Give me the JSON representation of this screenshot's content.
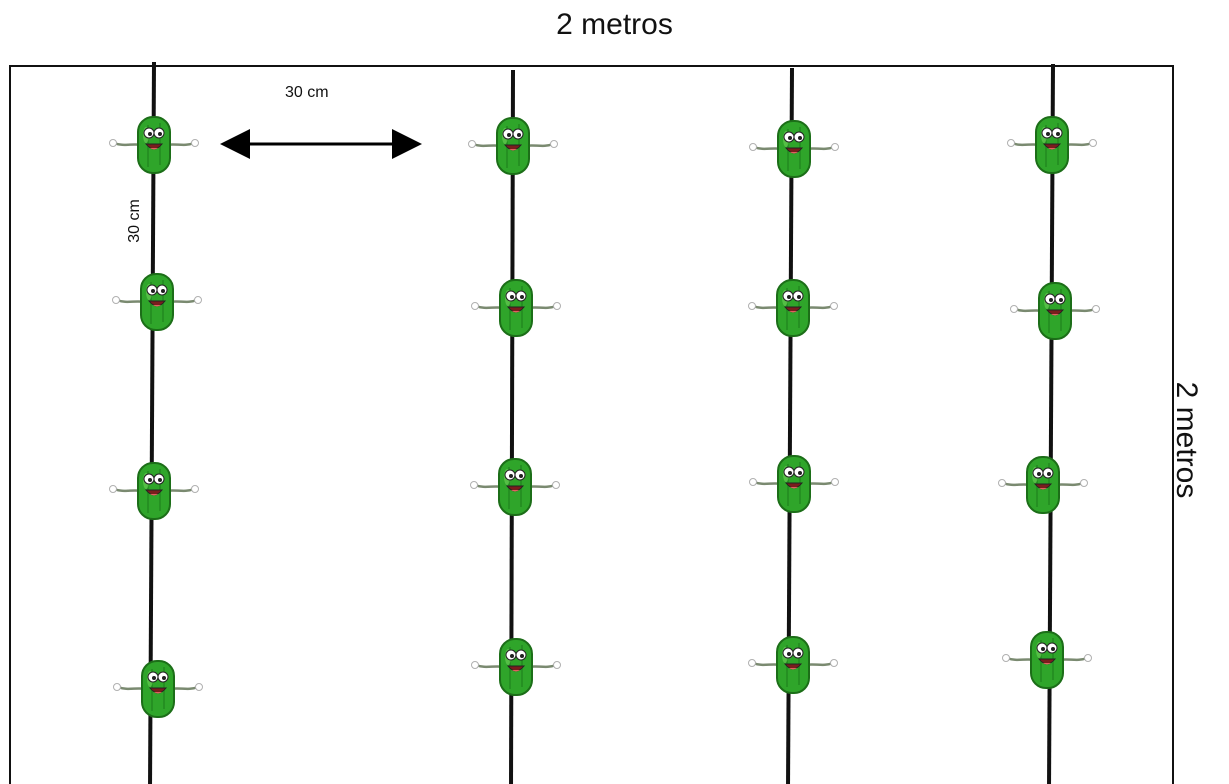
{
  "labels": {
    "width": "2 metros",
    "height": "2 metros",
    "row_spacing": "30 cm",
    "plant_spacing": "30 cm"
  },
  "layout": {
    "rows": 4,
    "plants_per_row": 4,
    "plant_icon": "cucumber-icon",
    "arrow_icon": "double-arrow-icon"
  },
  "colors": {
    "cucumber_body": "#2fa52a",
    "cucumber_dark": "#1c6e18",
    "trellis_line": "#111111"
  }
}
